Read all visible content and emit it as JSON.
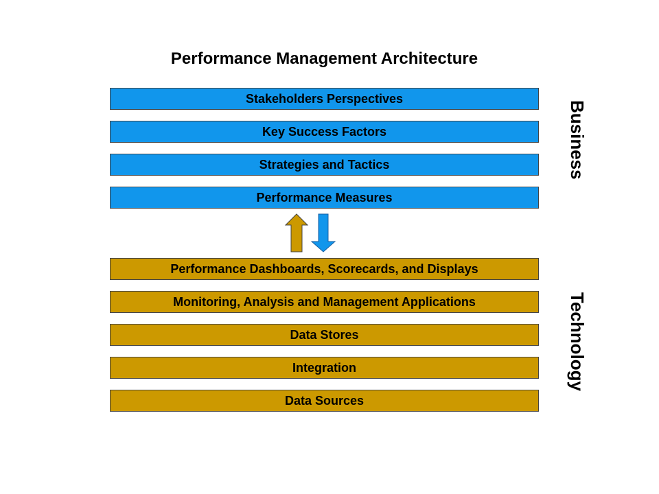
{
  "title": "Performance Management Architecture",
  "colors": {
    "business": "#1196EC",
    "technology": "#CC9900",
    "border": "#444444"
  },
  "business": {
    "label": "Business",
    "layers": [
      "Stakeholders Perspectives",
      "Key Success Factors",
      "Strategies and Tactics",
      "Performance Measures"
    ]
  },
  "technology": {
    "label": "Technology",
    "layers": [
      "Performance Dashboards, Scorecards, and Displays",
      "Monitoring, Analysis and Management Applications",
      "Data Stores",
      "Integration",
      "Data Sources"
    ]
  },
  "arrows": {
    "up_icon": "arrow-up-icon",
    "down_icon": "arrow-down-icon"
  }
}
